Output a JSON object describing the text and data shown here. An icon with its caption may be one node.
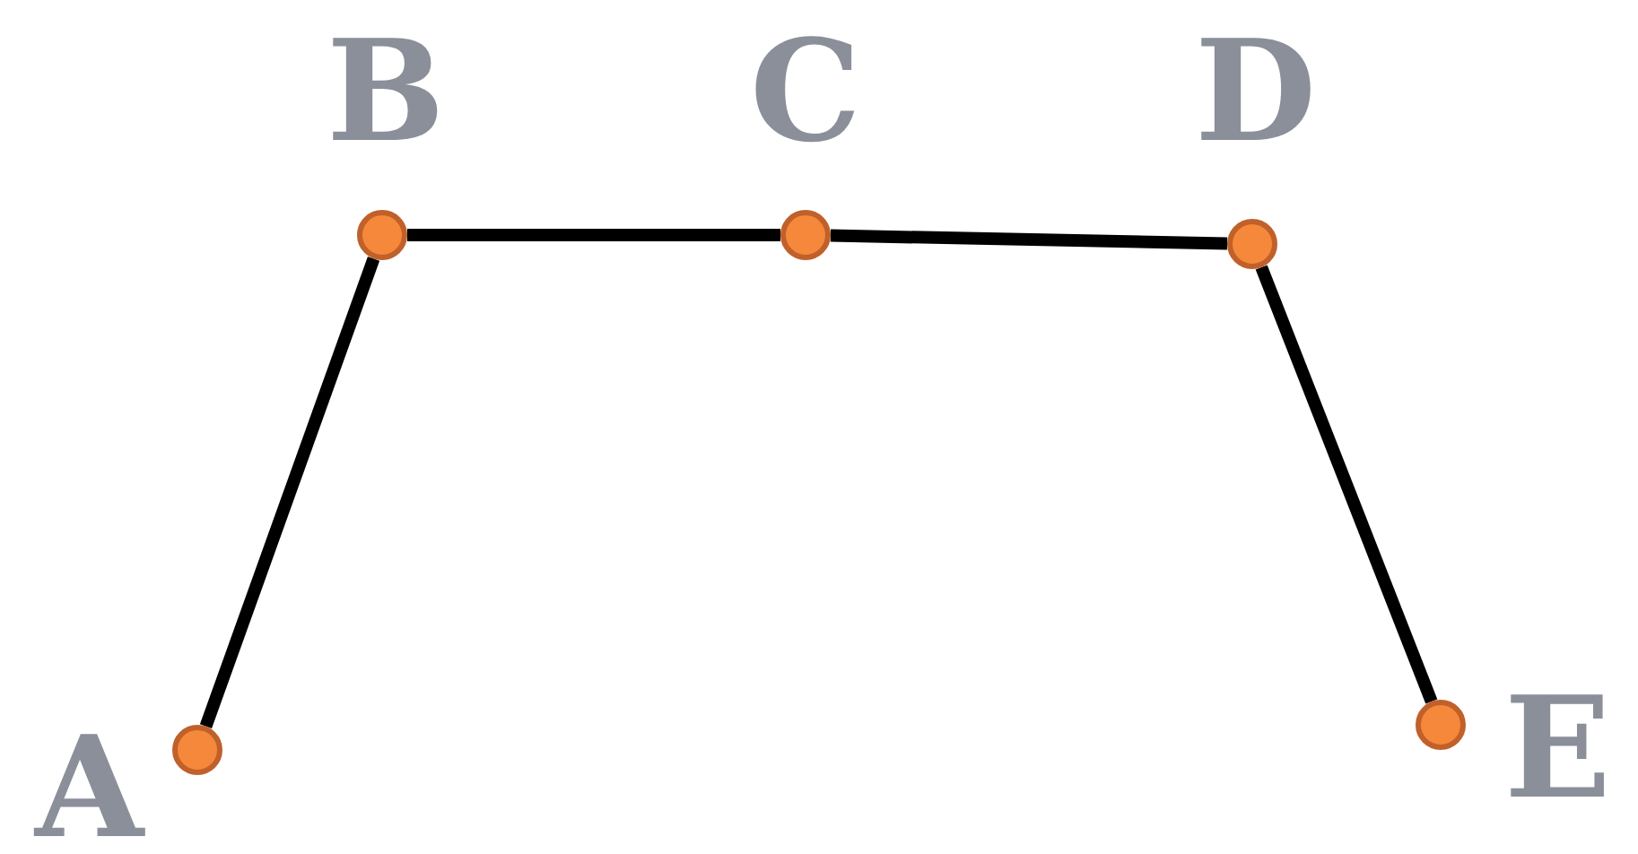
{
  "diagram": {
    "nodes": [
      {
        "text": [],
        "shape": "circle",
        "beside": [
          "A"
        ]
      },
      {
        "text": [],
        "shape": "circle",
        "beside": [
          "B"
        ]
      },
      {
        "text": [],
        "shape": "circle",
        "beside": [
          "C"
        ]
      },
      {
        "text": [],
        "shape": "circle",
        "beside": [
          "D"
        ]
      },
      {
        "text": [],
        "shape": "circle",
        "beside": [
          "E"
        ]
      }
    ],
    "edges": [
      {
        "from": 0,
        "to": 1,
        "arrow": "none"
      },
      {
        "from": 1,
        "to": 2,
        "arrow": "none"
      },
      {
        "from": 2,
        "to": 3,
        "arrow": "none"
      },
      {
        "from": 3,
        "to": 4,
        "arrow": "none"
      }
    ]
  }
}
